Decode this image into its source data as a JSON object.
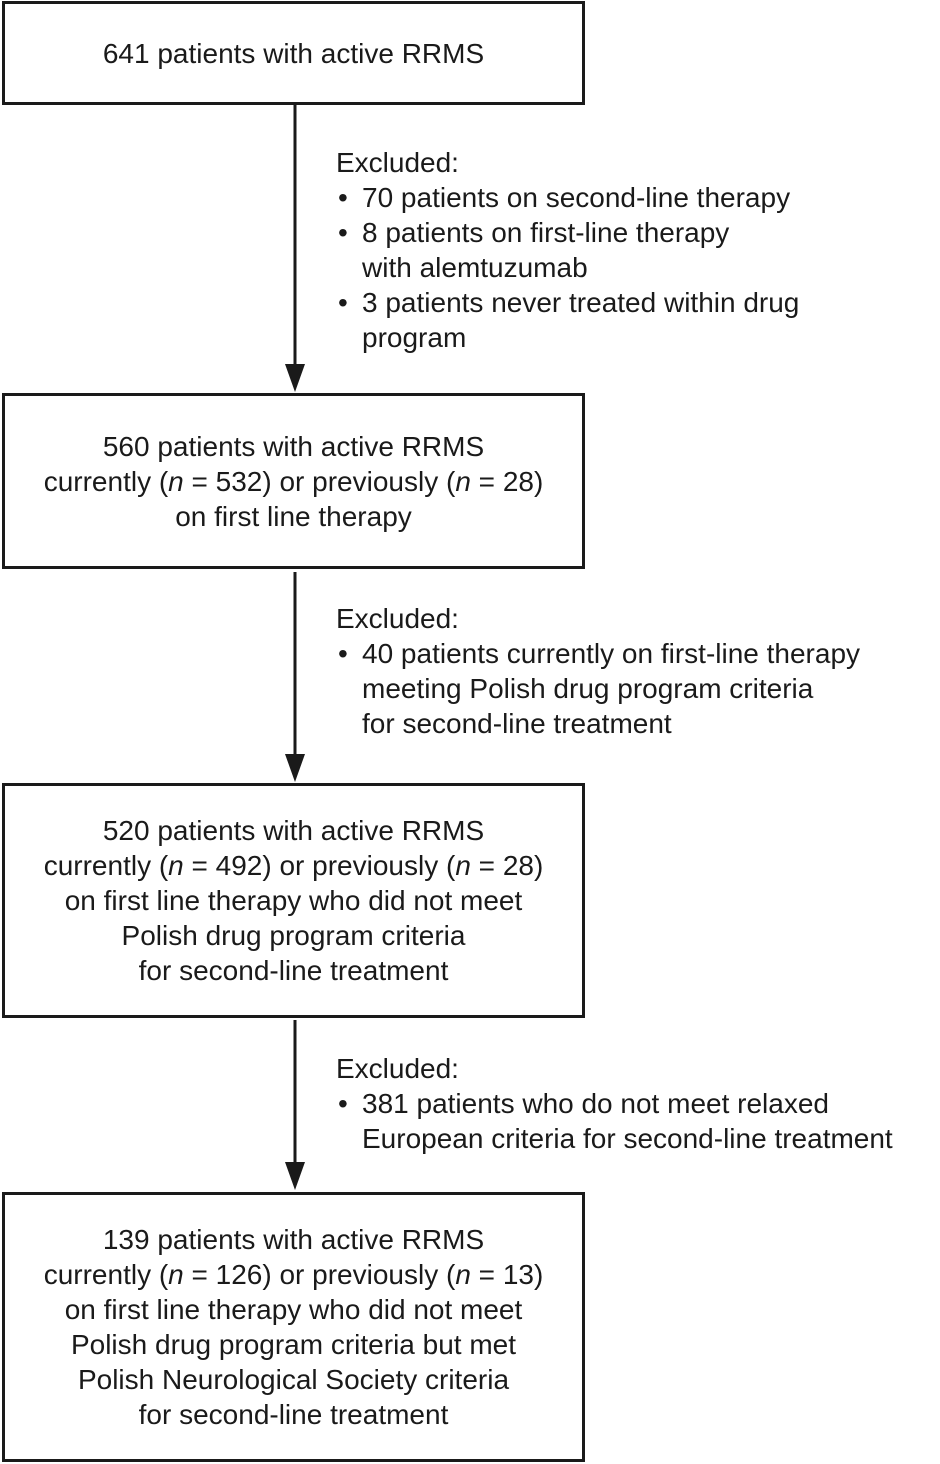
{
  "boxes": [
    {
      "lines": [
        "641 patients with active RRMS"
      ]
    },
    {
      "lines": [
        "560 patients with active RRMS",
        "currently (|n| = 532) or previously (|n| = 28)",
        "on first line therapy"
      ]
    },
    {
      "lines": [
        "520 patients with active RRMS",
        "currently (|n| = 492) or previously (|n| = 28)",
        "on first line therapy who did not meet",
        "Polish drug program criteria",
        "for second-line treatment"
      ]
    },
    {
      "lines": [
        "139 patients with active RRMS",
        "currently (|n| = 126) or previously (|n| = 13)",
        "on first line therapy who did not meet",
        "Polish drug program criteria but met",
        "Polish Neurological Society criteria",
        "for second-line treatment"
      ]
    }
  ],
  "exclusions": [
    {
      "heading": "Excluded:",
      "bullets": [
        [
          "70 patients on second-line therapy"
        ],
        [
          "8 patients on first-line therapy",
          "with alemtuzumab"
        ],
        [
          "3 patients never treated within drug",
          "program"
        ]
      ]
    },
    {
      "heading": "Excluded:",
      "bullets": [
        [
          "40 patients currently on first-line therapy",
          "meeting Polish drug program criteria",
          "for second-line treatment"
        ]
      ]
    },
    {
      "heading": "Excluded:",
      "bullets": [
        [
          "381 patients who do not meet relaxed",
          "European criteria for second-line treatment"
        ]
      ]
    }
  ]
}
